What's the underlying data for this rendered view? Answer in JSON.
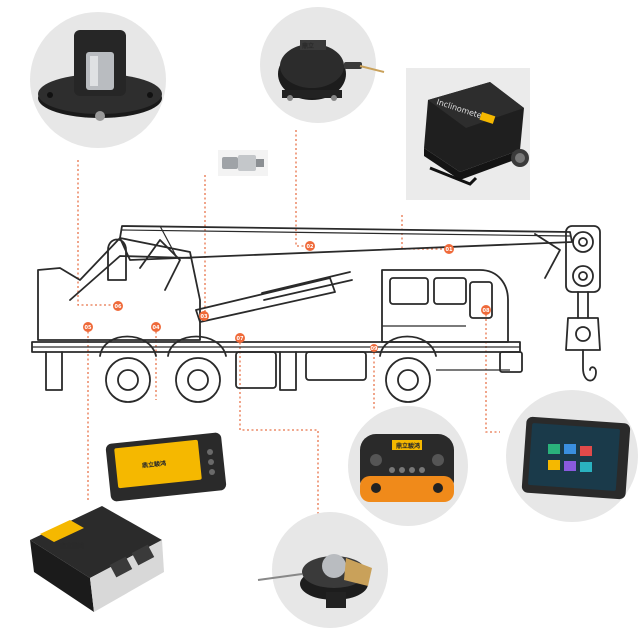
{
  "markers": {
    "m01": "01",
    "m02": "02",
    "m03": "03",
    "m04": "04",
    "m05": "05",
    "m06": "06",
    "m07": "07",
    "m08": "08",
    "m09": "09"
  },
  "device_text": {
    "inclinometer_label": "Inclinometer",
    "display_brand": "鼎立駿鸿",
    "controller_brand": "鼎立駿鸿",
    "remote_brand": "鼎立駿鸿"
  },
  "colors": {
    "accent": "#ef6a3a",
    "brand_yellow": "#f5b800",
    "remote_orange": "#f08a1a",
    "line": "#2a2a2a"
  }
}
